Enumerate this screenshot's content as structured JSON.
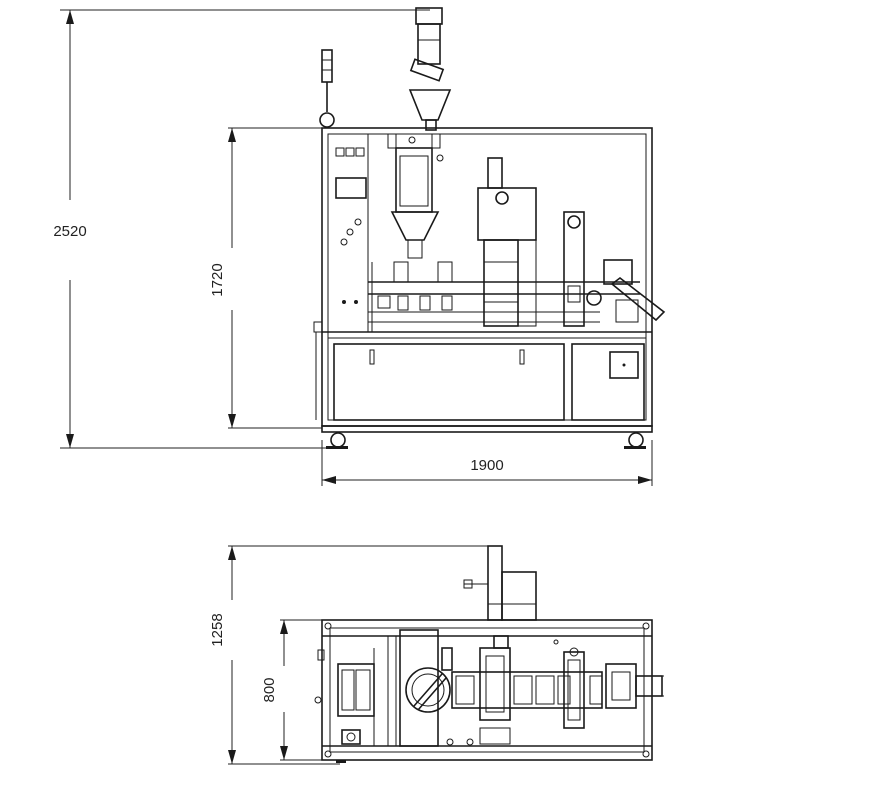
{
  "front_view": {
    "dimensions": {
      "total_height": "2520",
      "frame_height": "1720",
      "width": "1900"
    }
  },
  "top_view": {
    "dimensions": {
      "overall_depth": "1258",
      "frame_depth": "800"
    }
  },
  "colors": {
    "line": "#1a1a1a",
    "background": "#ffffff"
  }
}
